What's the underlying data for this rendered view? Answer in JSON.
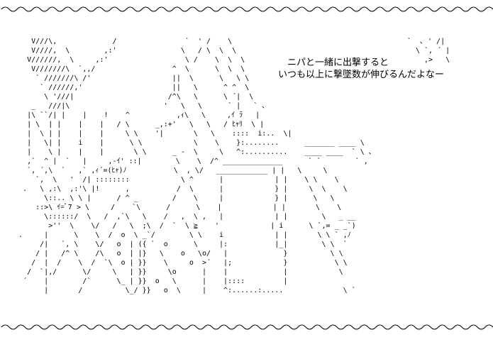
{
  "page": {
    "background": "#ffffff",
    "text_color": "#000000"
  },
  "speech_bubble": {
    "line1": "ニパと一緒に出撃すると",
    "line2": "いつも以上に撃墜数が伸びるんだよなー"
  },
  "ascii_art": {
    "lines": [
      "      V///\\,             /                `  ' /    \\                                         `  ､ ' /|",
      "      V////,  \\        ,:'               \\   / \\  \\  \\                                          \\ `, ´ |",
      "     V//////,  \\     ,:'                  \\ /    \\  \\  \\                                          ,>   \\",
      "      V///////\\  `,,/                  ^  \\      \\  \\  \\",
      "       ` ///////\\ /'                   ||  \\      \\   \\ \\",
      "        ` //////,'                     ||   \\      ^ ^  \\",
      "         \\ '///|                      /^\\   \\      \\ ´|  \\",
      "      _   ///|\\                      '   \\   \\      ` |   ` ､",
      "     |\\ ``/| |    |    !    ^           ,ｨ\\   \\     ,ｲ ﾗ   |",
      "     | \\  | |    |    |   / \\      _,:+'   \\   \\   / ﾋｬﾘ  \\ |",
      "     |  \\ | |    |    |     \\ \\    '|       \\   \\    ::::  i:..  \\|",
      "     |   \\| |    i    |      \\ \\            \\    \\    }:........      _______ ____ \\",
      "     |    \\ |    |    |       \\ \\      _ -  \\     \\   ^:..........    ____ ____  ` \\ ､",
      "     ,`  ^ |  `   |     ,-ｲ' ::|        \\    \\  /^ ______________      ` `        ` ,",
      "     `, ´,\\  `   ,` ,ｨ´=(ﾋｬ)ﾉ           \\  , \\/   ____________ | |   \\     \\",
      "       `,  \\   '  /| ::::::::            \\ ^      |            | |    \\ \\    \\",
      "    .   \\ ,:\\  ,:'\\ |!      ,           /  \\      |            } |     \\  \\    \\",
      "         \\::.. \\ \\ |      / ^ _        /    \\     |            } |      \\   \\",
      "       ::>\\ ｲ=ﾞ7 > \\     /    `\\      /      \\    |            | |       \\    \\",
      "         \\::::::/  \\   /  ,`\\   \\    /   ,  \\ ,   |            | |        \\   _ __",
      "          >''  \\    \\/   /   \\  ;\\  /  `  \\ ≧    '            | i      \\ `,= _ _`)",
      "   .     |      \\    \\  /  o  \\ _`/        \\ \\    i            | |       \\ \\ ` ,ﾉ",
      "        /|   `, \\    \\/   o  | ({ `  o      \\     |:           |_|        \\ \\  `",
      "       / |   /^ \\    /\\   o  | |}   \\    o   \\o/   |             }          \\ \\",
      "      /  |  /    \\  /  `\\  o | }}    \\     o  >´   |;            }           \\ \\",
      "     /  `|,/      \\/     \\   | }}     \\o      |    |             |            \\",
      "    ´    |        /`      \\_ | }}  o   \\      |    |::::         |",
      "         |       /          \\_/ }}   o  \\     |    ^:......:.....              \\ `"
    ]
  }
}
